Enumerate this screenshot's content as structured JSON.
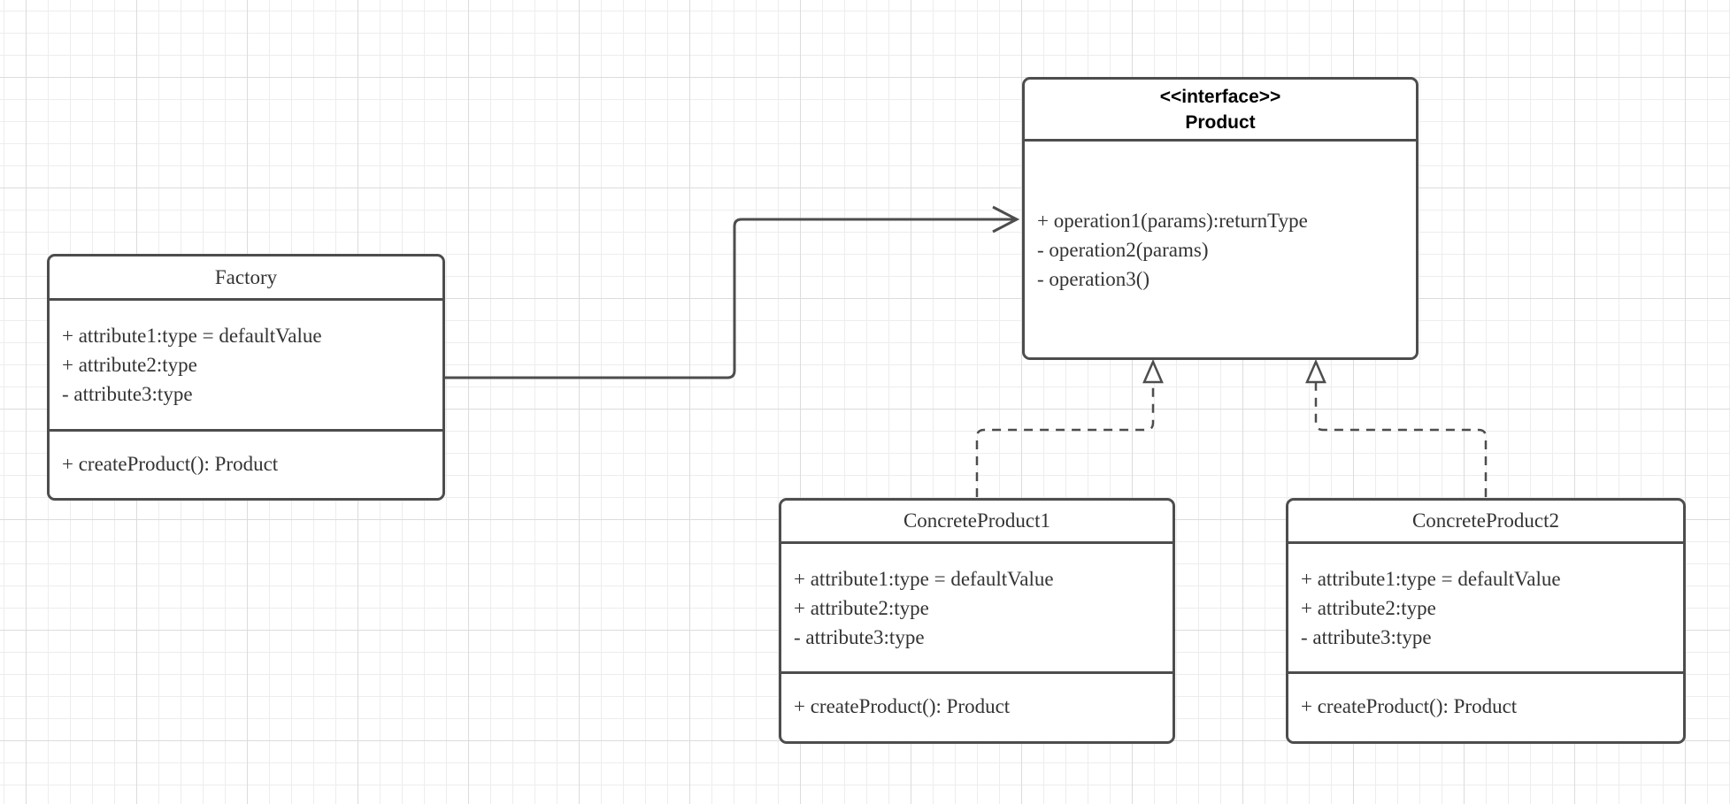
{
  "colors": {
    "stroke": "#4d4d4d",
    "text": "#333333",
    "title-text": "#000000",
    "fill": "#ffffff",
    "bg": "#ffffff",
    "grid-minor": "#ededed",
    "grid-major": "#dcdcdc"
  },
  "classes": [
    {
      "name": "Factory",
      "attributes": [
        "+ attribute1:type = defaultValue",
        "+ attribute2:type",
        "- attribute3:type"
      ],
      "methods": [
        "+ createProduct(): Product"
      ]
    },
    {
      "stereotype": "<<interface>>",
      "name": "Product",
      "operations": [
        "+ operation1(params):returnType",
        "- operation2(params)",
        "- operation3()"
      ]
    },
    {
      "name": "ConcreteProduct1",
      "attributes": [
        "+ attribute1:type = defaultValue",
        "+ attribute2:type",
        "- attribute3:type"
      ],
      "methods": [
        "+ createProduct(): Product"
      ]
    },
    {
      "name": "ConcreteProduct2",
      "attributes": [
        "+ attribute1:type = defaultValue",
        "+ attribute2:type",
        "- attribute3:type"
      ],
      "methods": [
        "+ createProduct(): Product"
      ]
    }
  ],
  "relationships": [
    {
      "from": "Factory",
      "to": "Product",
      "type": "association",
      "line": "solid",
      "arrowhead": "open"
    },
    {
      "from": "ConcreteProduct1",
      "to": "Product",
      "type": "realization",
      "line": "dashed",
      "arrowhead": "hollow-triangle"
    },
    {
      "from": "ConcreteProduct2",
      "to": "Product",
      "type": "realization",
      "line": "dashed",
      "arrowhead": "hollow-triangle"
    }
  ]
}
